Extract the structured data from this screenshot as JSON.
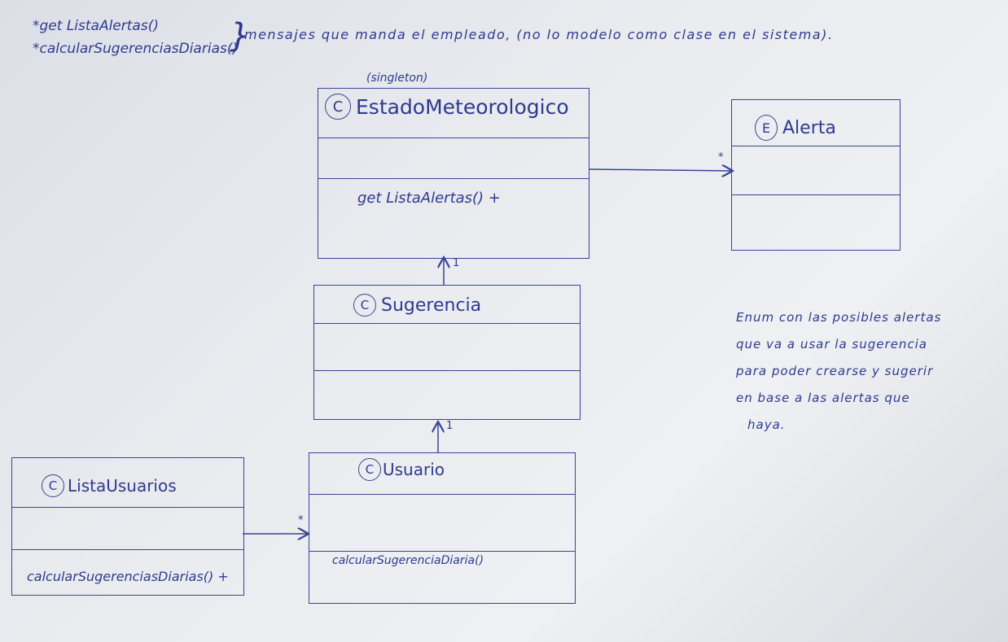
{
  "header_note": {
    "line1": "*get ListaAlertas()",
    "line2": "*calcularSugerenciasDiarias()",
    "comment": "mensajes que manda el empleado, (no lo modelo como clase en el sistema)."
  },
  "stereotype": "(singleton)",
  "classes": {
    "estado": {
      "badge": "C",
      "name": "EstadoMeteorologico",
      "method": "get ListaAlertas() +"
    },
    "alerta": {
      "badge": "E",
      "name": "Alerta"
    },
    "sugerencia": {
      "badge": "C",
      "name": "Sugerencia"
    },
    "usuario": {
      "badge": "C",
      "name": "Usuario",
      "method": "calcularSugerenciaDiaria()"
    },
    "lista": {
      "badge": "C",
      "name": "ListaUsuarios",
      "method": "calcularSugerenciasDiarias() +"
    }
  },
  "multiplicities": {
    "estado_alerta": "*",
    "sug_estado": "1",
    "usr_sug": "1",
    "lista_usr": "*"
  },
  "side_note": {
    "lines": [
      "Enum con las posibles alertas",
      "que va a usar la sugerencia",
      "para poder crearse y sugerir",
      "en base a las alertas que",
      "haya."
    ]
  },
  "colors": {
    "ink": "#2f3a8f",
    "paper": "#e9ebef"
  }
}
